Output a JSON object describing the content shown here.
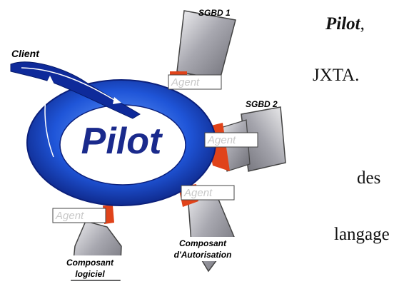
{
  "diagram": {
    "center": "Pilot",
    "client": "Client",
    "sgbd1": "SGBD 1",
    "sgbd2": "SGBD 2",
    "agent": "Agent",
    "composant_auth_line1": "Composant",
    "composant_auth_line2": "d'Autorisation",
    "composant_log_line1": "Composant",
    "composant_log_line2": "logiciel"
  },
  "side_text": {
    "pilot": "Pilot",
    "pilot_suffix": ",",
    "jxta": "JXTA.",
    "des": "des",
    "langage": "langage"
  },
  "colors": {
    "ellipse_outer": "#1a2fa0",
    "ellipse_inner": "#ffffff",
    "text_pilot": "#1a2a8c",
    "connector": "#e0431a",
    "box_gray": "#b8b8c0"
  }
}
